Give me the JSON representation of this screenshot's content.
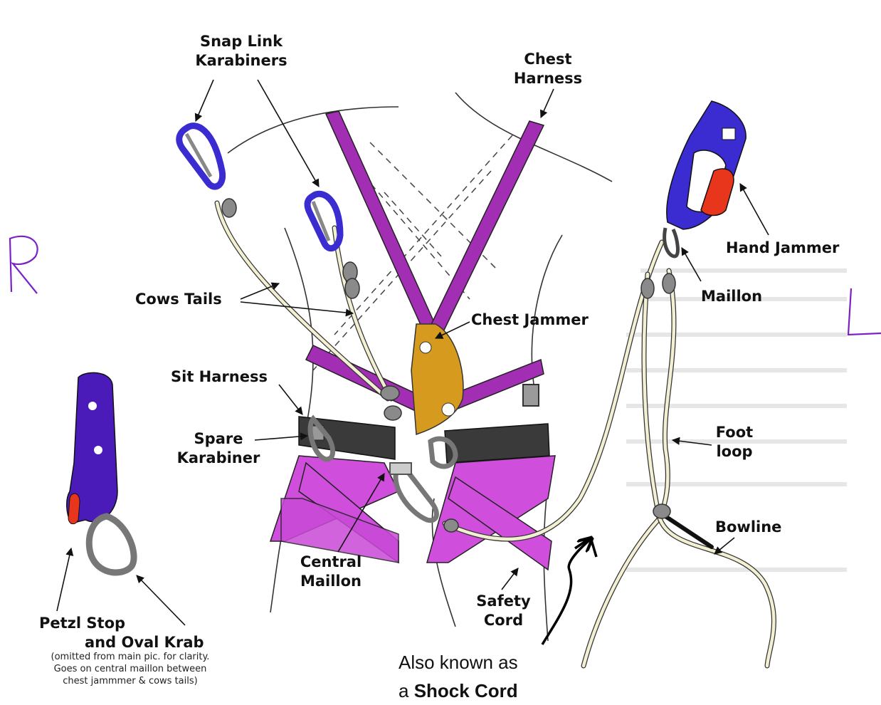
{
  "labels": {
    "snap_link": [
      "Snap Link",
      "Karabiners"
    ],
    "chest_harness": [
      "Chest",
      "Harness"
    ],
    "hand_jammer": "Hand Jammer",
    "maillon": "Maillon",
    "cows_tails": "Cows Tails",
    "chest_jammer": "Chest Jammer",
    "sit_harness": "Sit Harness",
    "spare_karabiner": [
      "Spare",
      "Karabiner"
    ],
    "foot_loop": [
      "Foot",
      "loop"
    ],
    "bowline": "Bowline",
    "central_maillon": [
      "Central",
      "Maillon"
    ],
    "safety_cord": [
      "Safety",
      "Cord"
    ],
    "petzl_stop": [
      "Petzl Stop",
      "and Oval Krab"
    ],
    "petzl_note": [
      "(omitted from main pic. for clarity.",
      "Goes on central maillon between",
      "chest jammmer & cows tails)"
    ]
  },
  "annotations": {
    "side_right": "R",
    "side_left": "L",
    "shock_cord": [
      "Also known as",
      "a",
      "Shock Cord"
    ]
  },
  "colors": {
    "webbing": "#a22fb3",
    "webbing_light": "#cf4fdc",
    "karabiner_blue": "#3a2cd0",
    "jammer_red": "#e8361c",
    "chest_jammer": "#d69a1e",
    "belt": "#3a3a3a",
    "metal_grey": "#8a8a8a",
    "rope": "#f3efd2",
    "ink_purple": "#7a22c8"
  },
  "icons": [
    "karabiner-icon",
    "hand-jammer-icon",
    "chest-jammer-icon",
    "petzl-stop-icon",
    "maillon-icon"
  ]
}
